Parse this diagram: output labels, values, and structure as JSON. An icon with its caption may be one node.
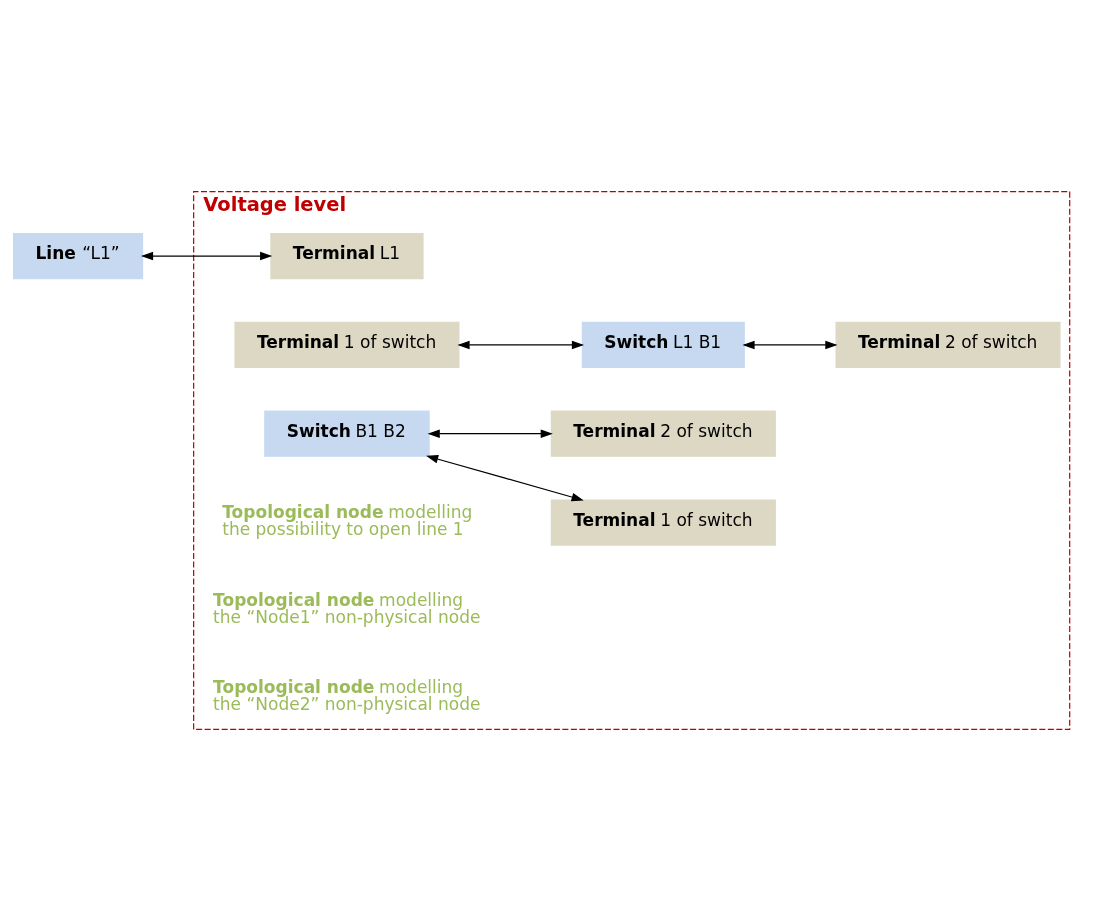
{
  "diagram": {
    "nodes": [
      {
        "text": [
          "**Voltage level**"
        ]
      },
      {
        "text": [
          "**Line** “L1”"
        ]
      },
      {
        "text": [
          "**Terminal** L1"
        ],
        "in": 0
      },
      {
        "text": [
          "**Terminal** 1 of switch"
        ],
        "in": 0
      },
      {
        "text": [
          "**Switch** L1 B1"
        ],
        "in": 0
      },
      {
        "text": [
          "**Terminal** 2 of switch"
        ],
        "in": 0
      },
      {
        "text": [
          "**Terminal** 1 of switch"
        ],
        "in": 0
      },
      {
        "text": [
          "**Switch** B1 B2"
        ],
        "in": 0
      },
      {
        "text": [
          "**Terminal** 2 of switch"
        ],
        "in": 0
      }
    ],
    "edges": [
      {
        "from": 1,
        "to": 2,
        "arrow": "both"
      },
      {
        "from": 3,
        "to": 4,
        "arrow": "both"
      },
      {
        "from": 4,
        "to": 5,
        "arrow": "both"
      },
      {
        "from": 7,
        "to": 6,
        "arrow": "both"
      },
      {
        "from": 7,
        "to": 8,
        "arrow": "both"
      }
    ],
    "labels": [
      "**Topological node** modelling the possibility to open line 1",
      "**Topological node** modelling the “Node1” non-physical node",
      "**Topological node** modelling the “Node2” non-physical node"
    ]
  }
}
